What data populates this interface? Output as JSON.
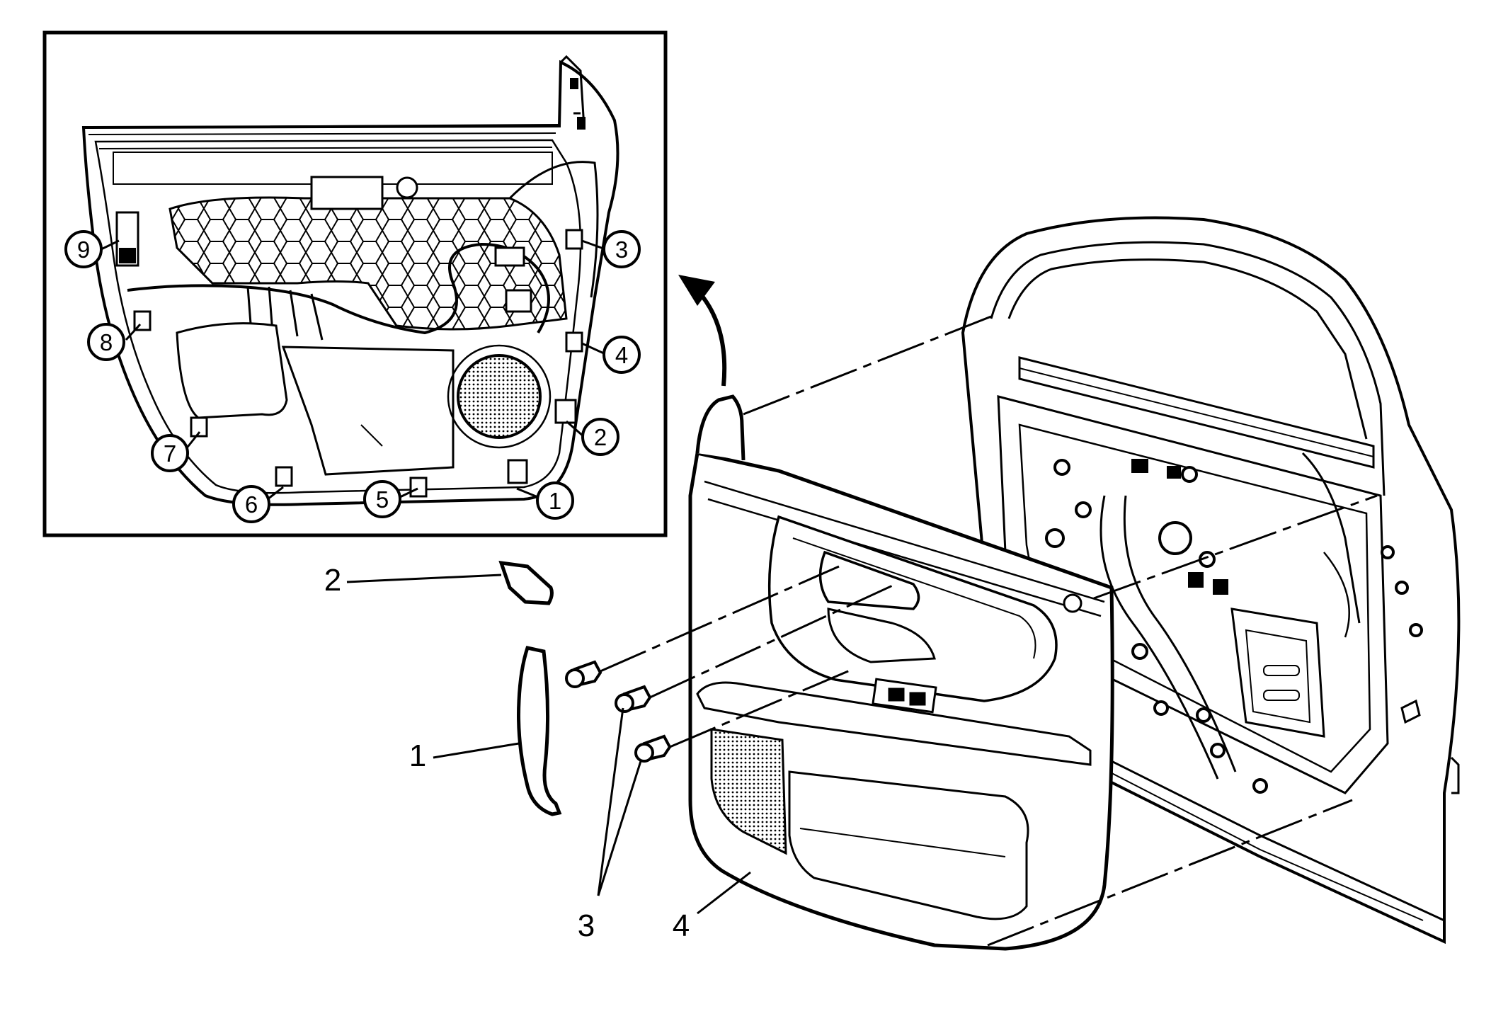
{
  "callouts": [
    {
      "id": "1",
      "label": "1"
    },
    {
      "id": "2",
      "label": "2"
    },
    {
      "id": "3",
      "label": "3"
    },
    {
      "id": "4",
      "label": "4"
    }
  ],
  "inset_callouts": [
    {
      "id": "1",
      "label": "1"
    },
    {
      "id": "2",
      "label": "2"
    },
    {
      "id": "3",
      "label": "3"
    },
    {
      "id": "4",
      "label": "4"
    },
    {
      "id": "5",
      "label": "5"
    },
    {
      "id": "6",
      "label": "6"
    },
    {
      "id": "7",
      "label": "7"
    },
    {
      "id": "8",
      "label": "8"
    },
    {
      "id": "9",
      "label": "9"
    }
  ],
  "colors": {
    "line": "#000000",
    "background": "#ffffff",
    "fill": "#ffffff"
  }
}
